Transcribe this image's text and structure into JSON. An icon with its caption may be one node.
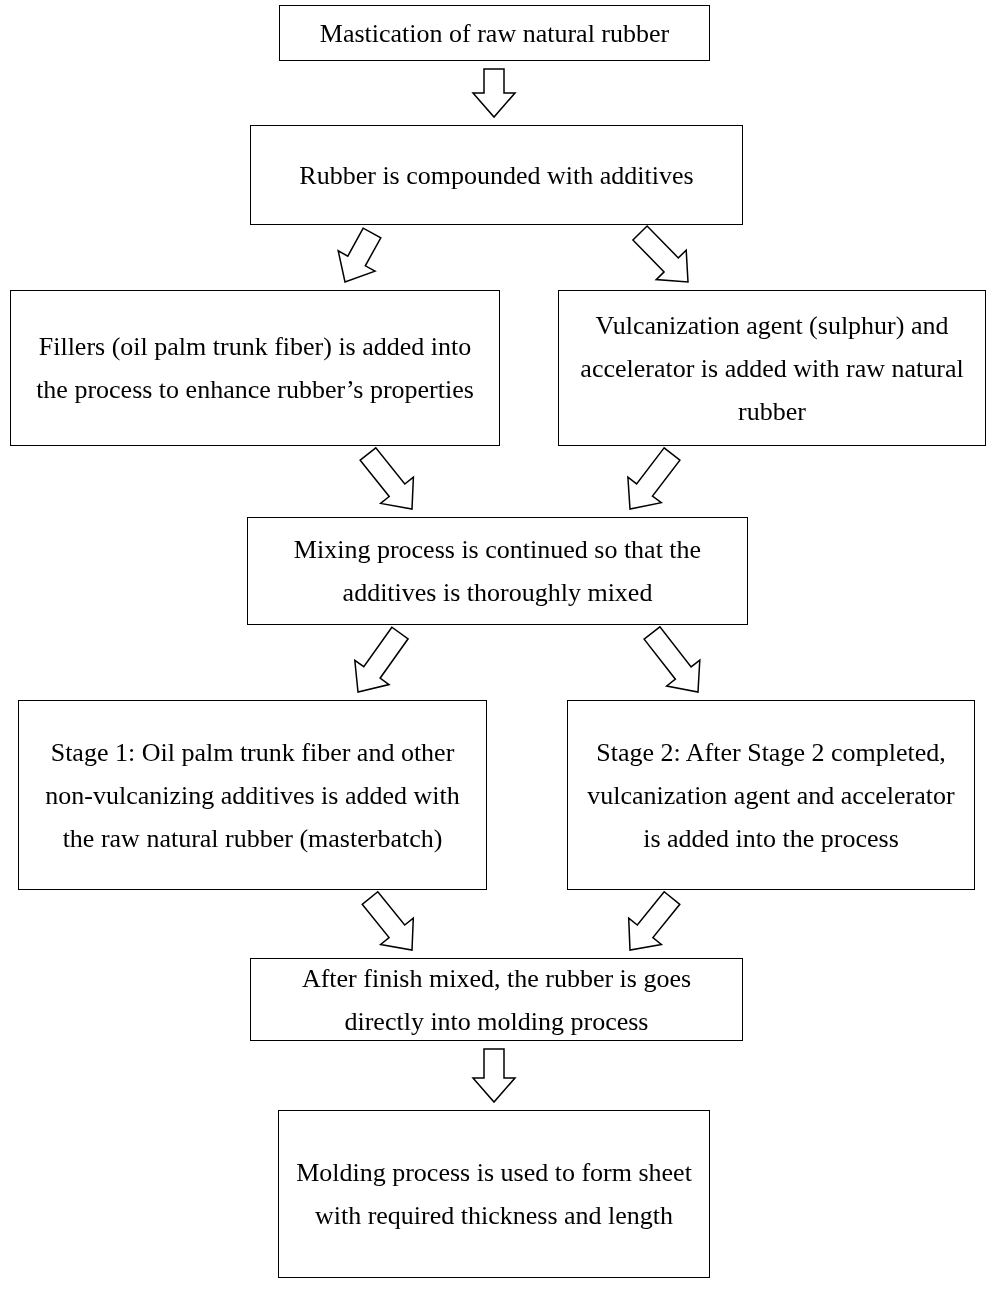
{
  "diagram": {
    "nodes": [
      {
        "text": [
          "Mastication of raw natural rubber"
        ]
      },
      {
        "text": [
          "Rubber is compounded with additives"
        ]
      },
      {
        "text": [
          "Fillers (oil palm trunk fiber) is added into the process to enhance rubber’s properties"
        ]
      },
      {
        "text": [
          "Vulcanization agent (sulphur) and accelerator is added with raw natural rubber"
        ]
      },
      {
        "text": [
          "Mixing process is continued so that the additives is thoroughly mixed"
        ]
      },
      {
        "text": [
          "Stage 1: Oil palm trunk fiber and other non-vulcanizing additives is added with the raw natural rubber (masterbatch)"
        ]
      },
      {
        "text": [
          "Stage 2: After Stage 2 completed, vulcanization agent and accelerator is added into the process"
        ]
      },
      {
        "text": [
          "After finish mixed, the rubber is goes directly into molding process"
        ]
      },
      {
        "text": [
          "Molding process is used to form sheet with required thickness and length"
        ]
      }
    ],
    "edges": [
      {
        "from": 0,
        "to": 1,
        "arrow": "to"
      },
      {
        "from": 1,
        "to": 2,
        "arrow": "to"
      },
      {
        "from": 1,
        "to": 3,
        "arrow": "to"
      },
      {
        "from": 2,
        "to": 4,
        "arrow": "to"
      },
      {
        "from": 3,
        "to": 4,
        "arrow": "to"
      },
      {
        "from": 4,
        "to": 5,
        "arrow": "to"
      },
      {
        "from": 4,
        "to": 6,
        "arrow": "to"
      },
      {
        "from": 5,
        "to": 7,
        "arrow": "to"
      },
      {
        "from": 6,
        "to": 7,
        "arrow": "to"
      },
      {
        "from": 7,
        "to": 8,
        "arrow": "to"
      }
    ]
  }
}
